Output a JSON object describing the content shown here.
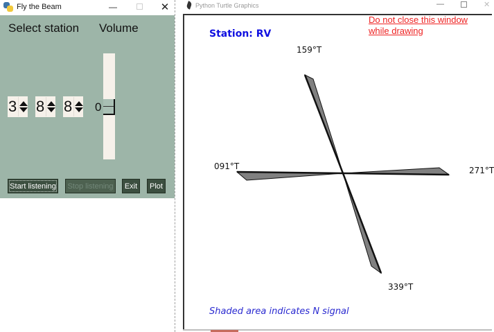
{
  "left_window": {
    "title": "Fly the Beam",
    "controls": {
      "minimize": "—",
      "maximize": "",
      "close": "✕"
    },
    "labels": {
      "select_station": "Select station",
      "volume": "Volume"
    },
    "spinboxes": [
      {
        "value": "3"
      },
      {
        "value": "8"
      },
      {
        "value": "8"
      }
    ],
    "volume_scale": {
      "value": "0"
    },
    "buttons": {
      "start": "Start listening",
      "stop": "Stop listening",
      "exit": "Exit",
      "plot": "Plot"
    },
    "colors": {
      "background": "#9db5a8",
      "button": "#3c4f40"
    }
  },
  "right_window": {
    "title": "Python Turtle Graphics",
    "controls": {
      "minimize": "—",
      "maximize": "",
      "close": "✕"
    },
    "warning_line1": "Do not close this window",
    "warning_line2": "while drawing",
    "station_label": "Station: RV",
    "bearings": {
      "top": "159°T",
      "left": "091°T",
      "right": "271°T",
      "bottom": "339°T"
    },
    "legend": "Shaded area indicates N signal",
    "colors": {
      "station": "#1010e0",
      "warning": "#ee2222",
      "legend": "#2a2ad0",
      "shade": "#808080"
    }
  }
}
